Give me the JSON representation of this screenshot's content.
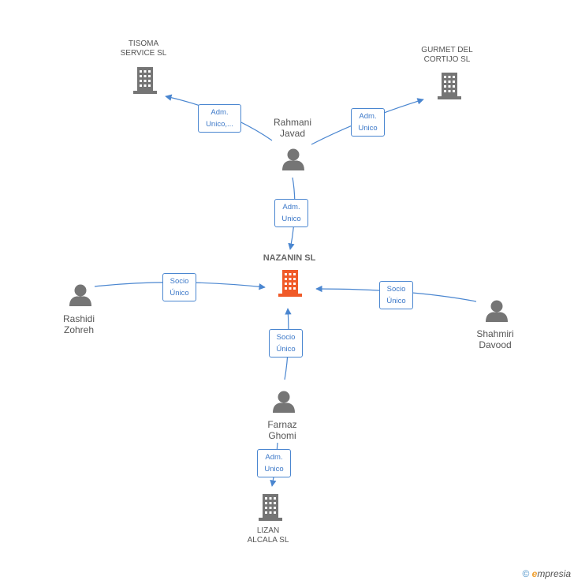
{
  "colors": {
    "edge": "#4a86d0",
    "icon_gray": "#757575",
    "icon_highlight": "#f05a28",
    "text": "#555555"
  },
  "nodes": {
    "tisoma": {
      "label_line1": "TISOMA",
      "label_line2": "SERVICE SL",
      "icon": "building-icon"
    },
    "gurmet": {
      "label_line1": "GURMET DEL",
      "label_line2": "CORTIJO SL",
      "icon": "building-icon"
    },
    "rahmani": {
      "label_line1": "Rahmani",
      "label_line2": "Javad",
      "icon": "person-icon"
    },
    "nazanin": {
      "label_line1": "NAZANIN SL",
      "icon": "building-icon"
    },
    "rashidi": {
      "label_line1": "Rashidi",
      "label_line2": "Zohreh",
      "icon": "person-icon"
    },
    "shahmiri": {
      "label_line1": "Shahmiri",
      "label_line2": "Davood",
      "icon": "person-icon"
    },
    "farnaz": {
      "label_line1": "Farnaz",
      "label_line2": "Ghomi",
      "icon": "person-icon"
    },
    "lizan": {
      "label_line1": "LIZAN",
      "label_line2": "ALCALA SL",
      "icon": "building-icon"
    }
  },
  "edges": {
    "rahmani_tisoma": {
      "line1": "Adm.",
      "line2": "Unico,..."
    },
    "rahmani_gurmet": {
      "line1": "Adm.",
      "line2": "Unico"
    },
    "rahmani_nazanin": {
      "line1": "Adm.",
      "line2": "Unico"
    },
    "rashidi_nazanin": {
      "line1": "Socio",
      "line2": "Único"
    },
    "shahmiri_nazanin": {
      "line1": "Socio",
      "line2": "Único"
    },
    "farnaz_nazanin": {
      "line1": "Socio",
      "line2": "Único"
    },
    "farnaz_lizan": {
      "line1": "Adm.",
      "line2": "Unico"
    }
  },
  "footer": {
    "copyright": "©",
    "brand_initial": "e",
    "brand_rest": "mpresia"
  }
}
